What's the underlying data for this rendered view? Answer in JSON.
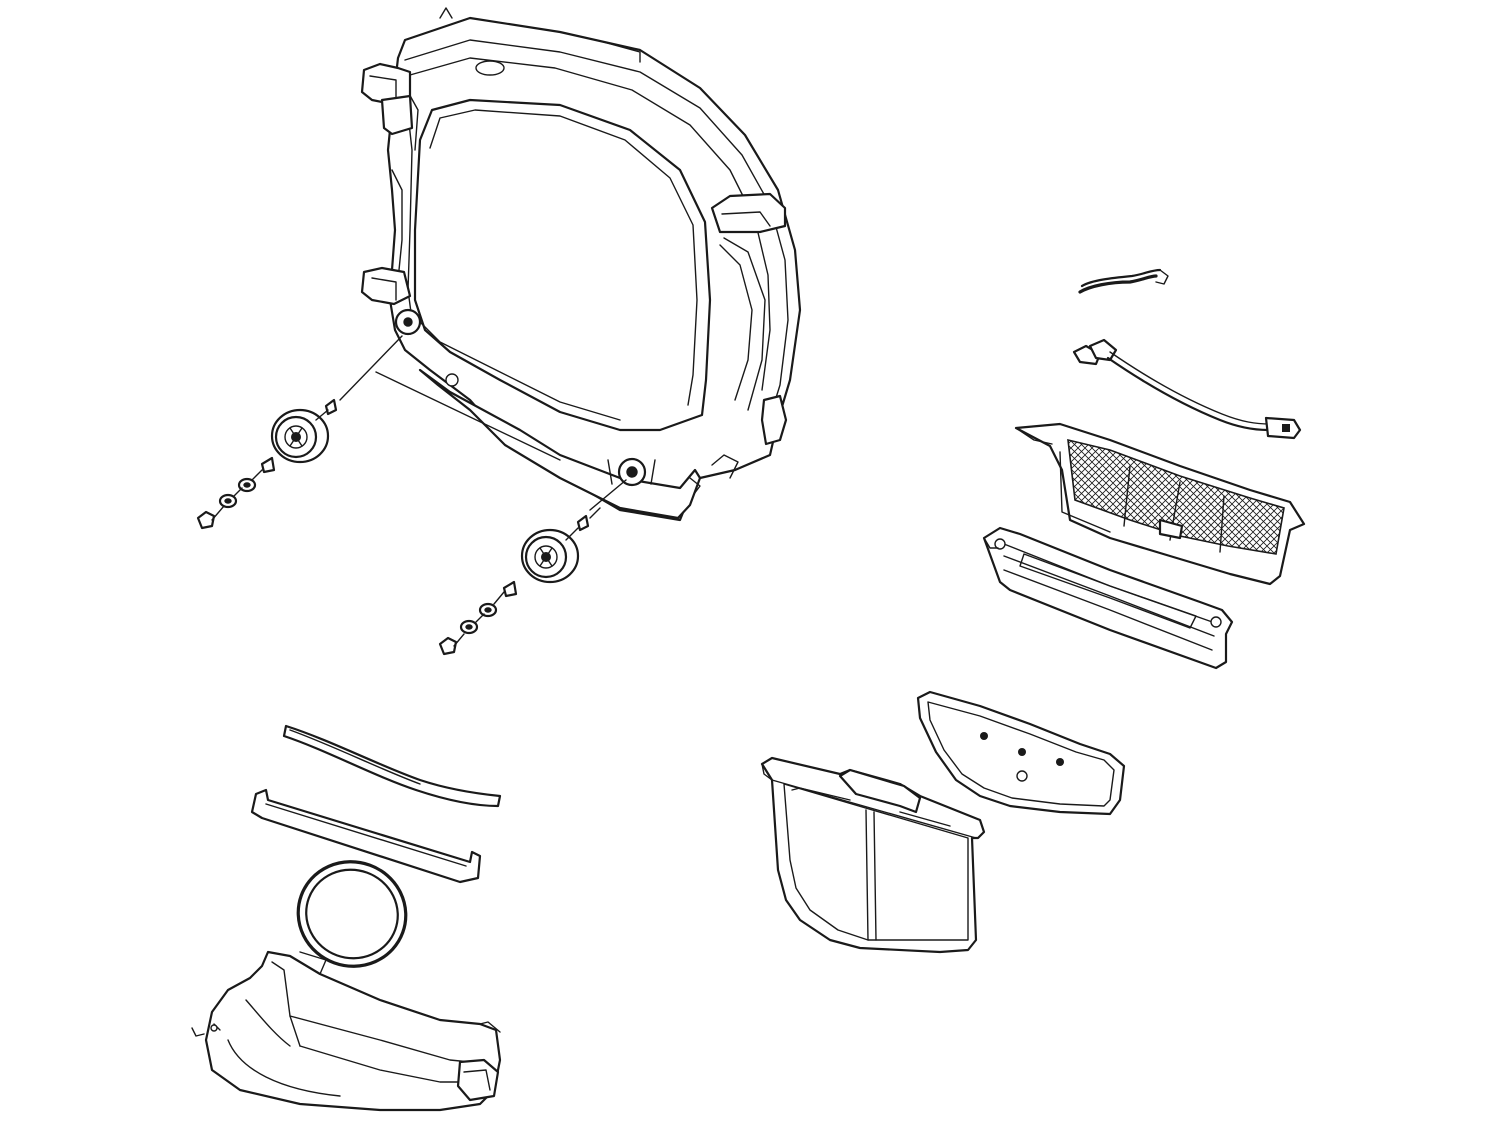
{
  "diagram": {
    "colors": {
      "line": "#1a1a1a",
      "background": "#ffffff"
    },
    "parts": [
      {
        "id": "bulkhead",
        "icon": "drum-bulkhead-frame-icon"
      },
      {
        "id": "drum-roller-left",
        "icon": "drum-roller-icon"
      },
      {
        "id": "drum-roller-right",
        "icon": "drum-roller-icon"
      },
      {
        "id": "wire-harness-short",
        "icon": "wire-harness-icon"
      },
      {
        "id": "sensor-wire",
        "icon": "sensor-wire-icon"
      },
      {
        "id": "lint-filter-housing",
        "icon": "lint-filter-housing-icon"
      },
      {
        "id": "lint-duct-bracket",
        "icon": "lint-duct-bracket-icon"
      },
      {
        "id": "felt-seal",
        "icon": "felt-seal-icon"
      },
      {
        "id": "seal-strip",
        "icon": "seal-strip-icon"
      },
      {
        "id": "gasket-ring",
        "icon": "gasket-ring-icon"
      },
      {
        "id": "blower-duct",
        "icon": "blower-duct-icon"
      },
      {
        "id": "lint-screen",
        "icon": "lint-screen-icon"
      },
      {
        "id": "lint-screen-cover",
        "icon": "lint-screen-cover-icon"
      }
    ]
  }
}
